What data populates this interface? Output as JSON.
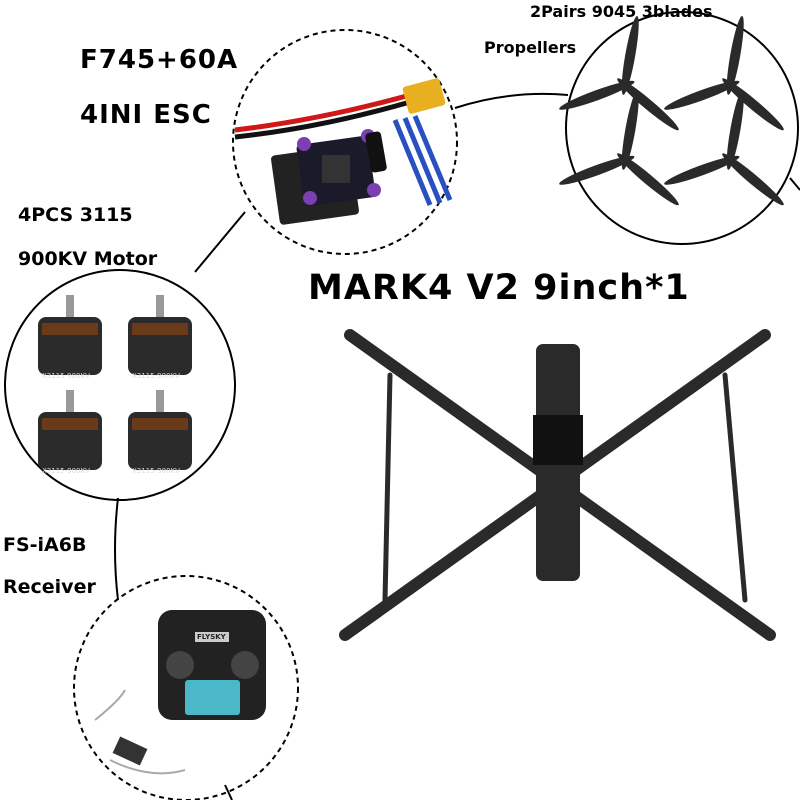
{
  "esc": {
    "line1": "F745+60A",
    "line2": "4INI ESC"
  },
  "propellers": {
    "line1": "2Pairs 9045 3blades",
    "line2": "Propellers"
  },
  "motors": {
    "line1": "4PCS 3115",
    "line2": "900KV Motor",
    "marking": "X3115-900KV"
  },
  "frame": {
    "title": "MARK4 V2 9inch*1"
  },
  "receiver": {
    "line1": "FS-iA6B",
    "line2": "Receiver",
    "transmitter_brand": "FLYSKY"
  },
  "colors": {
    "frame": "#2a2a2a",
    "esc_board": "#7a3fb0",
    "xt60": "#e8b020",
    "wire_red": "#d01818",
    "wire_blue": "#2850c0",
    "screen": "#4ab8c8"
  }
}
